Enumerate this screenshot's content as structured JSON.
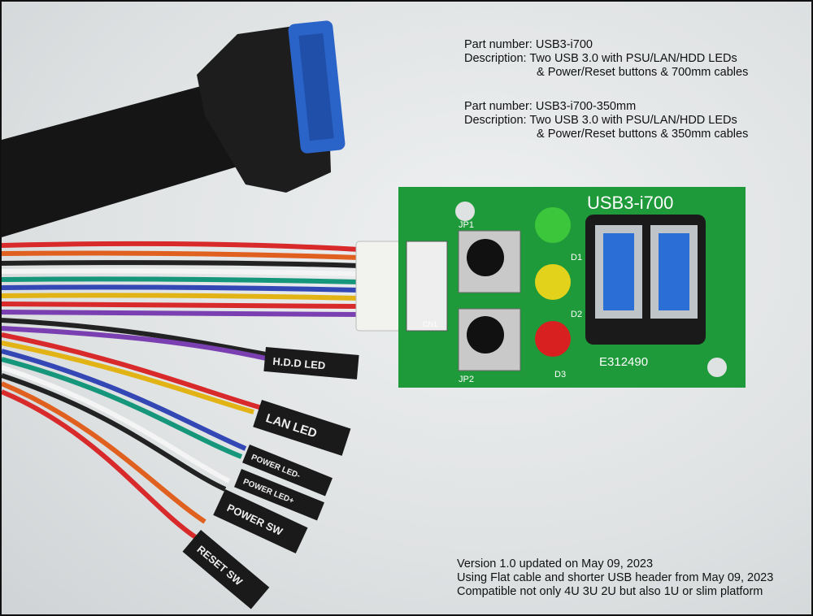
{
  "products": [
    {
      "part_label": "Part number: USB3-i700",
      "desc_label": "Description: Two USB 3.0 with PSU/LAN/HDD LEDs",
      "desc_cont": "& Power/Reset buttons & 700mm cables"
    },
    {
      "part_label": "Part number: USB3-i700-350mm",
      "desc_label": "Description: Two USB 3.0 with PSU/LAN/HDD LEDs",
      "desc_cont": "& Power/Reset buttons & 350mm cables"
    }
  ],
  "footer": [
    "Version 1.0 updated on May 09, 2023",
    "Using Flat cable and shorter USB header from May 09, 2023",
    "Compatible not only 4U 3U 2U but also 1U or slim platform"
  ],
  "board": {
    "model": "USB3-i700",
    "cert": "E312490",
    "jp1": "JP1",
    "jp2": "JP2",
    "d1": "D1",
    "d2": "D2",
    "d3": "D3",
    "cn1": "CN1",
    "color": "#1f9a3a"
  },
  "connectors": [
    "H.D.D LED",
    "LAN LED",
    "POWER LED-",
    "POWER LED+",
    "POWER SW",
    "RESET SW"
  ]
}
